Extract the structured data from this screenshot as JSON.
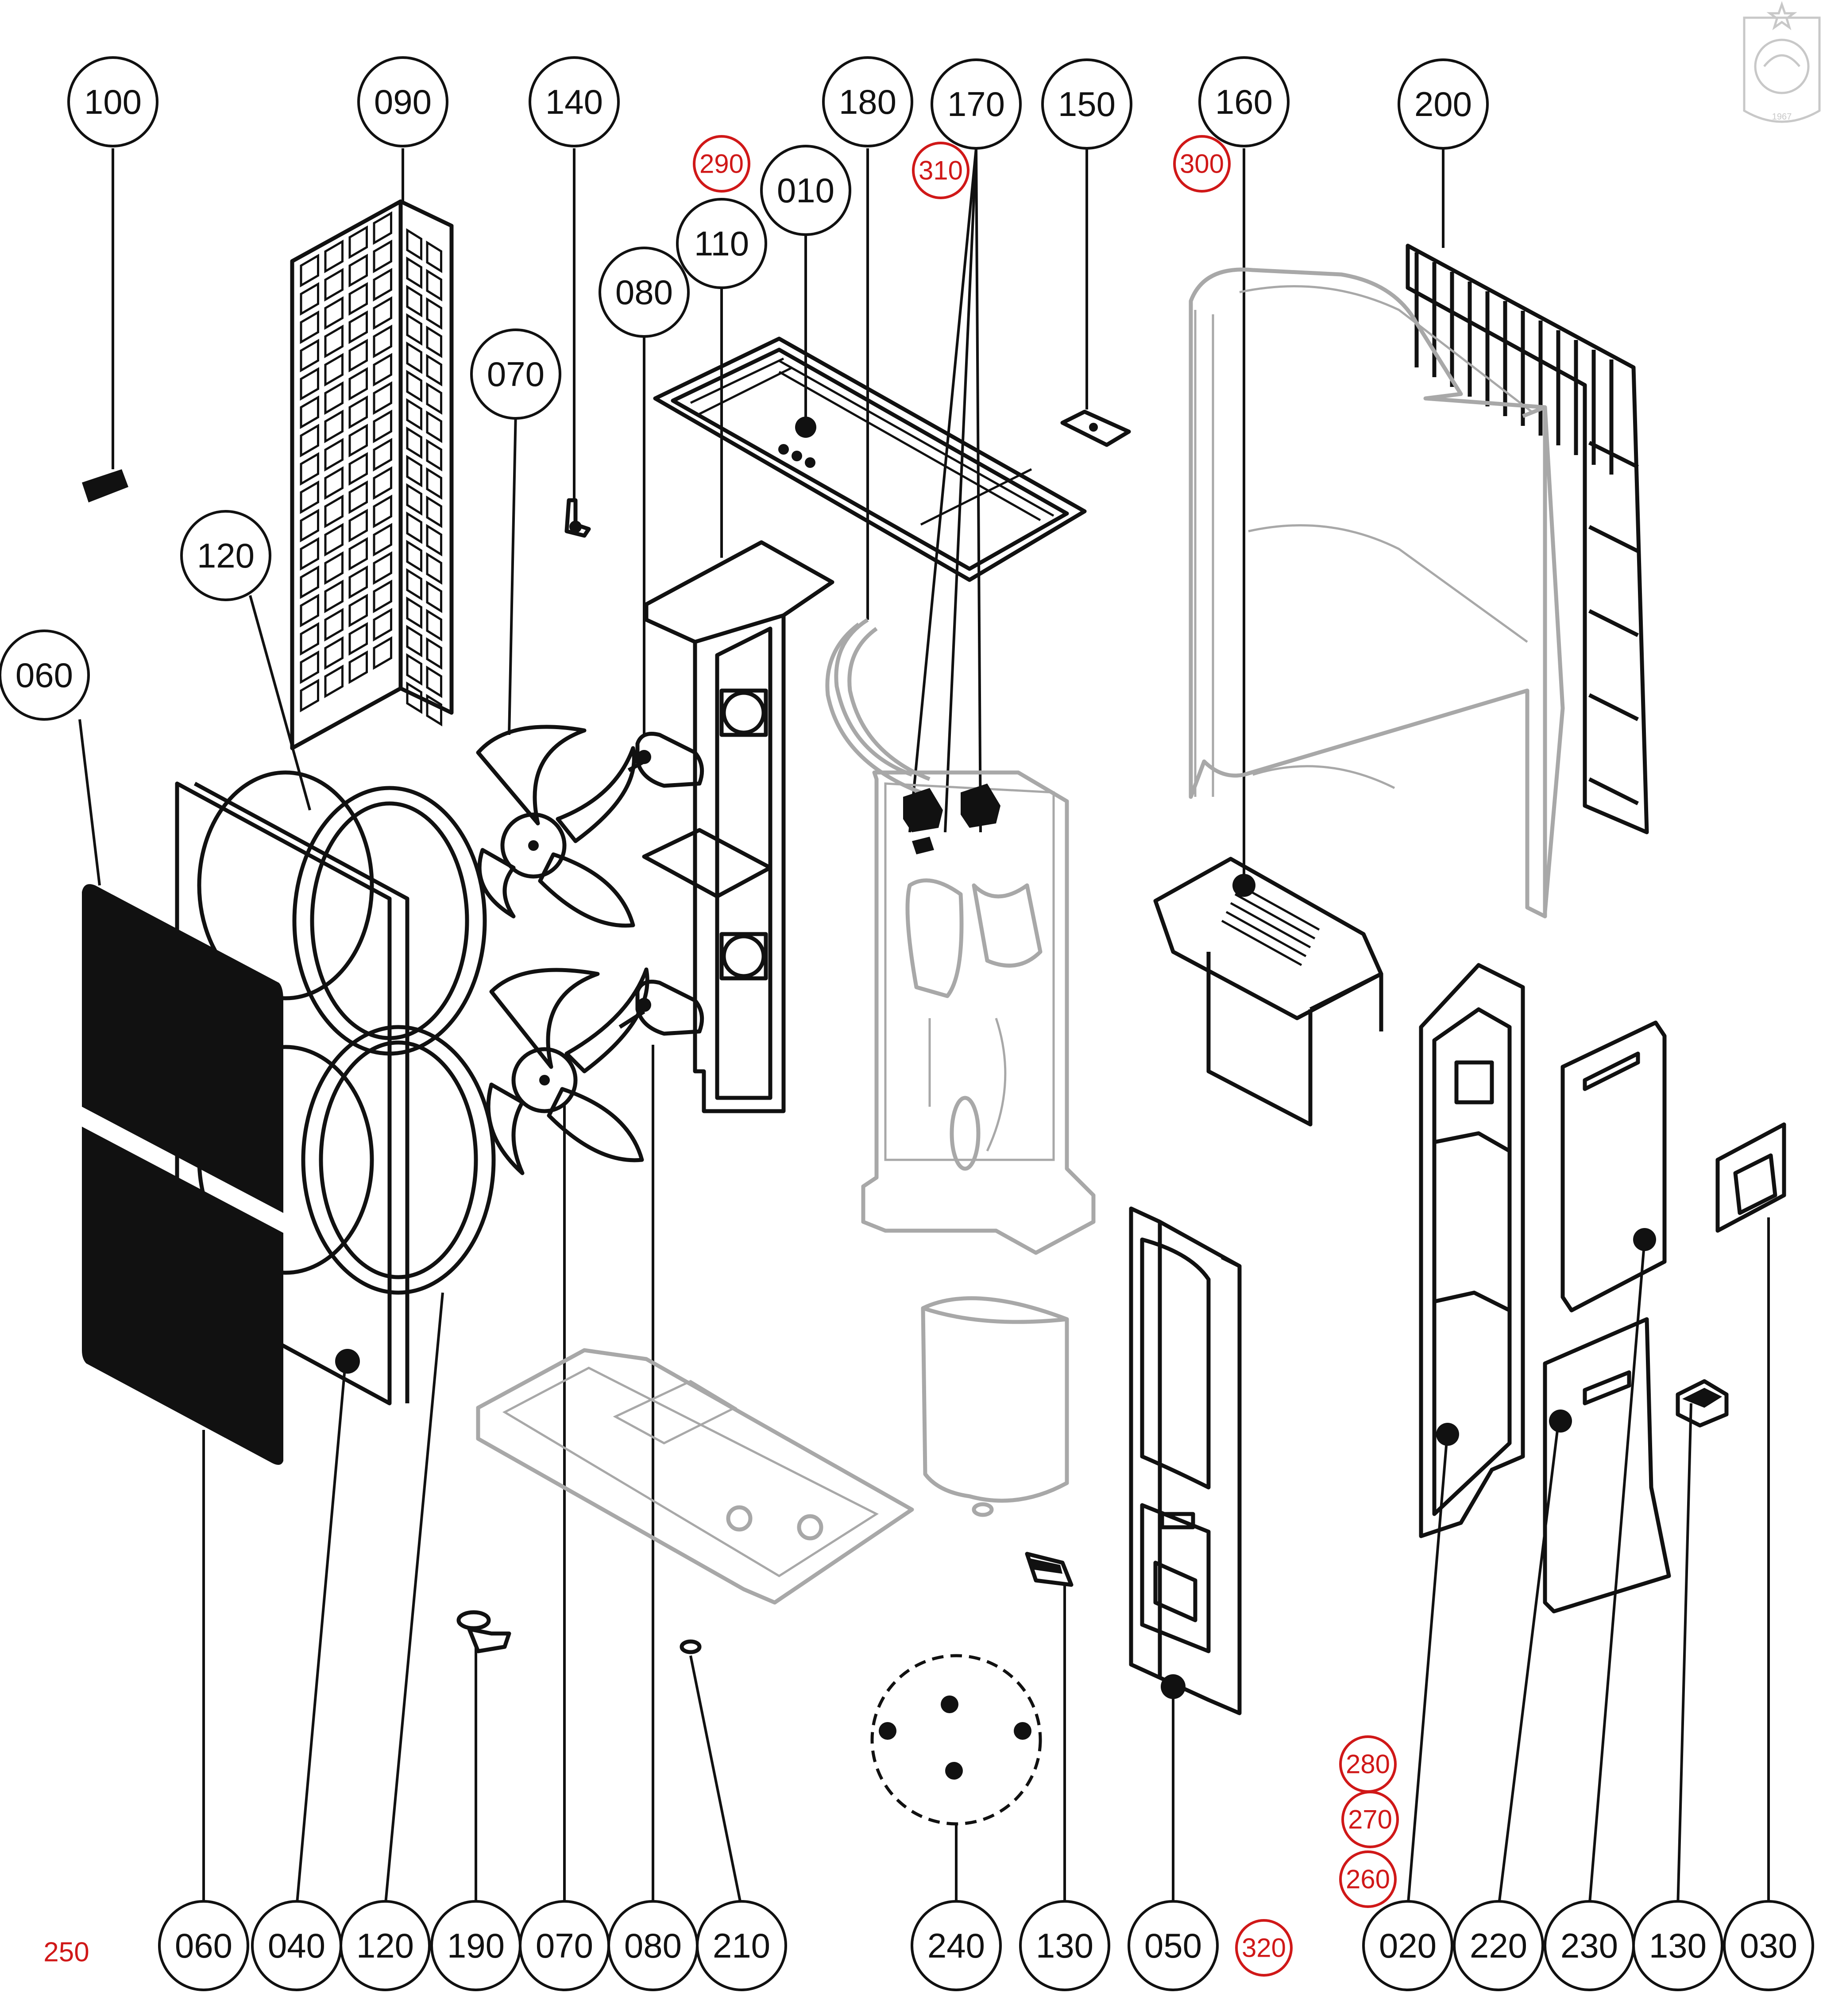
{
  "callouts_top": [
    {
      "id": "callout-100",
      "label": "100"
    },
    {
      "id": "callout-090",
      "label": "090"
    },
    {
      "id": "callout-140",
      "label": "140"
    },
    {
      "id": "callout-180",
      "label": "180"
    },
    {
      "id": "callout-170",
      "label": "170"
    },
    {
      "id": "callout-150",
      "label": "150"
    },
    {
      "id": "callout-160",
      "label": "160"
    },
    {
      "id": "callout-200",
      "label": "200"
    },
    {
      "id": "callout-010",
      "label": "010"
    },
    {
      "id": "callout-110",
      "label": "110"
    },
    {
      "id": "callout-080-top",
      "label": "080"
    },
    {
      "id": "callout-070-top",
      "label": "070"
    },
    {
      "id": "callout-120-top",
      "label": "120"
    },
    {
      "id": "callout-060-top",
      "label": "060"
    }
  ],
  "callouts_red": [
    {
      "id": "red-290",
      "label": "290"
    },
    {
      "id": "red-310",
      "label": "310"
    },
    {
      "id": "red-300",
      "label": "300"
    },
    {
      "id": "red-280",
      "label": "280"
    },
    {
      "id": "red-270",
      "label": "270"
    },
    {
      "id": "red-260",
      "label": "260"
    },
    {
      "id": "red-320",
      "label": "320"
    }
  ],
  "callouts_bottom": [
    {
      "id": "callout-060",
      "label": "060"
    },
    {
      "id": "callout-040",
      "label": "040"
    },
    {
      "id": "callout-120",
      "label": "120"
    },
    {
      "id": "callout-190",
      "label": "190"
    },
    {
      "id": "callout-070",
      "label": "070"
    },
    {
      "id": "callout-080",
      "label": "080"
    },
    {
      "id": "callout-210",
      "label": "210"
    },
    {
      "id": "callout-240",
      "label": "240"
    },
    {
      "id": "callout-130",
      "label": "130"
    },
    {
      "id": "callout-050",
      "label": "050"
    },
    {
      "id": "callout-020",
      "label": "020"
    },
    {
      "id": "callout-220",
      "label": "220"
    },
    {
      "id": "callout-230",
      "label": "230"
    },
    {
      "id": "callout-130b",
      "label": "130"
    },
    {
      "id": "callout-030",
      "label": "030"
    }
  ],
  "standalone_label": "250",
  "logo_year": "1967",
  "colors": {
    "ink": "#111111",
    "grey_part": "#a8a8a8",
    "red_callout": "#d01818"
  }
}
